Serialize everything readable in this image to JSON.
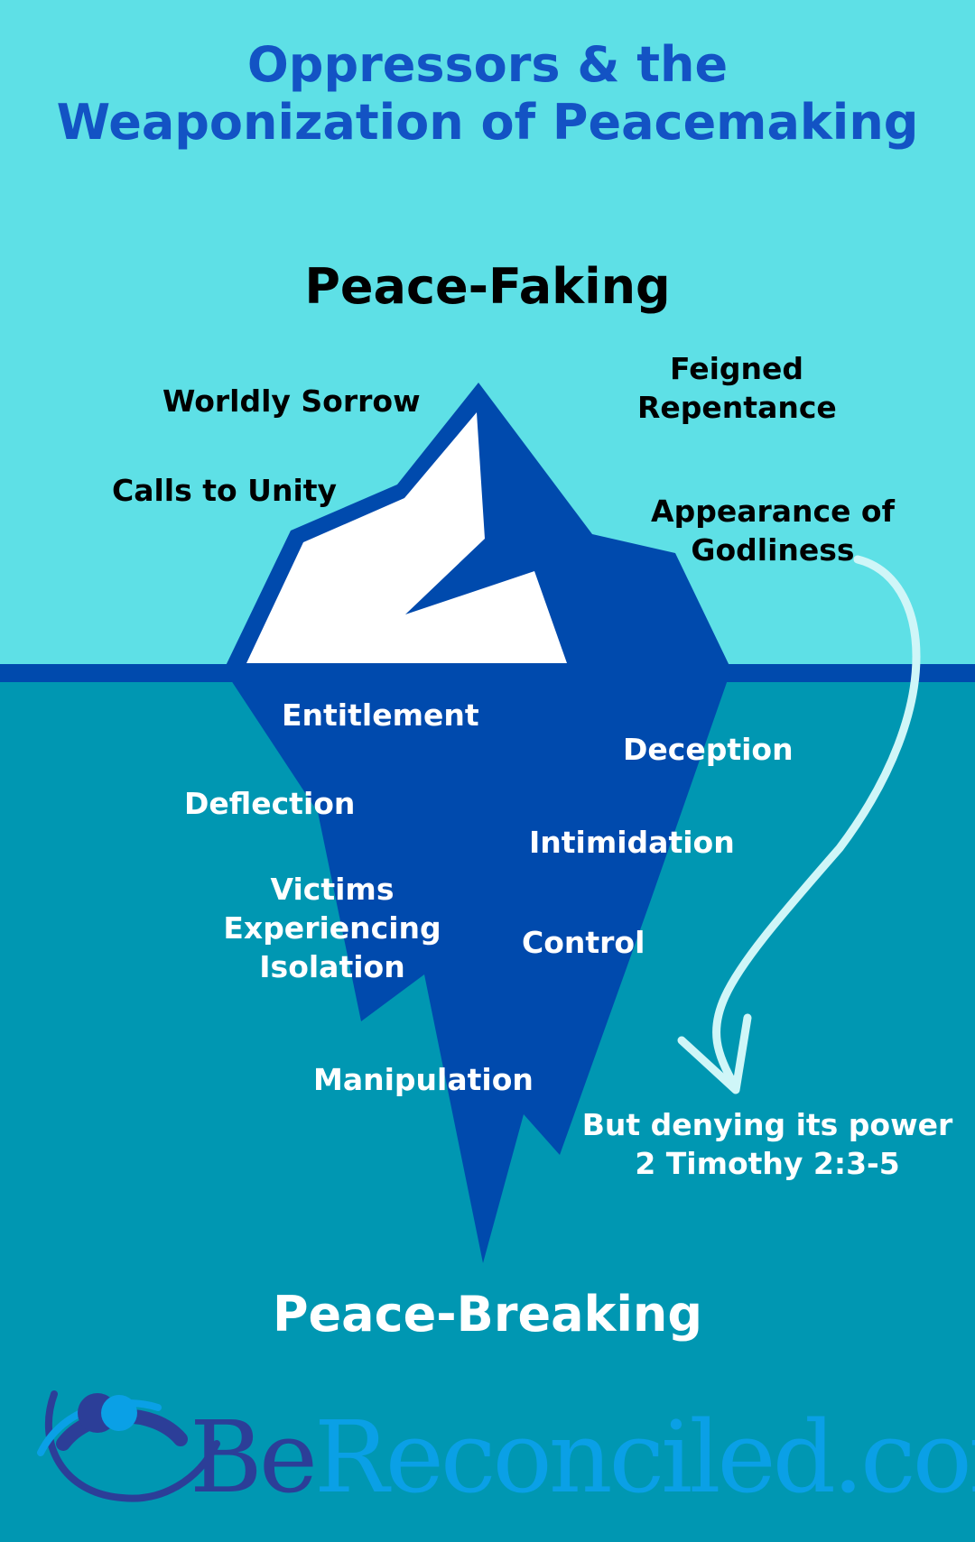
{
  "title": {
    "line1": "Oppressors & the",
    "line2": "Weaponization of Peacemaking"
  },
  "top_heading": "Peace-Faking",
  "bottom_heading": "Peace-Breaking",
  "above_water_labels": {
    "worldly_sorrow": "Worldly Sorrow",
    "calls_to_unity": "Calls to Unity",
    "feigned_repentance": [
      "Feigned",
      "Repentance"
    ],
    "appearance_of_godliness": [
      "Appearance of",
      "Godliness"
    ]
  },
  "below_water_labels": {
    "entitlement": "Entitlement",
    "deception": "Deception",
    "deflection": "Deflection",
    "intimidation": "Intimidation",
    "victims_isolation": [
      "Victims",
      "Experiencing",
      "Isolation"
    ],
    "control": "Control",
    "manipulation": "Manipulation"
  },
  "arrow_note": {
    "line1": "But denying its power",
    "line2": "2 Timothy 2:3-5"
  },
  "logo": {
    "be": "Be",
    "rest": "Reconciled.com"
  },
  "colors": {
    "sky": "#5EE0E6",
    "sea": "#0097B2",
    "iceberg": "#004AAD",
    "ice_highlight": "#FFFFFF",
    "title": "#1353C4",
    "arrow": "#CFF6F8"
  },
  "icons": [
    "iceberg-icon",
    "curved-arrow-icon",
    "person-logo-icon"
  ]
}
